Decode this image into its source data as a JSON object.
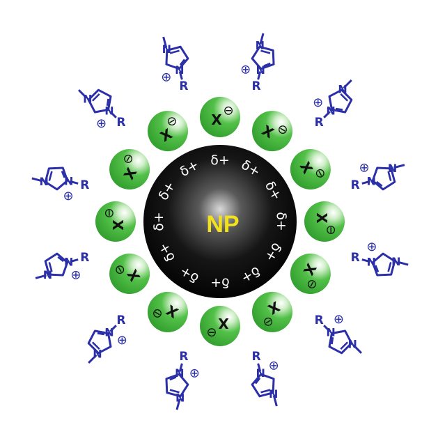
{
  "nanoparticle": {
    "label": "NP",
    "label_color": "#f2e21c",
    "color": "#111111"
  },
  "surface_charge": {
    "symbol": "δ+",
    "count": 12
  },
  "anion": {
    "label": "X",
    "charge_symbol": "⊖",
    "color": "#3fb53c",
    "count": 12
  },
  "cation": {
    "substituent_label": "R",
    "nitrogen_label": "N",
    "charge_symbol": "⊕",
    "color": "#2b2fa8",
    "count": 12
  }
}
